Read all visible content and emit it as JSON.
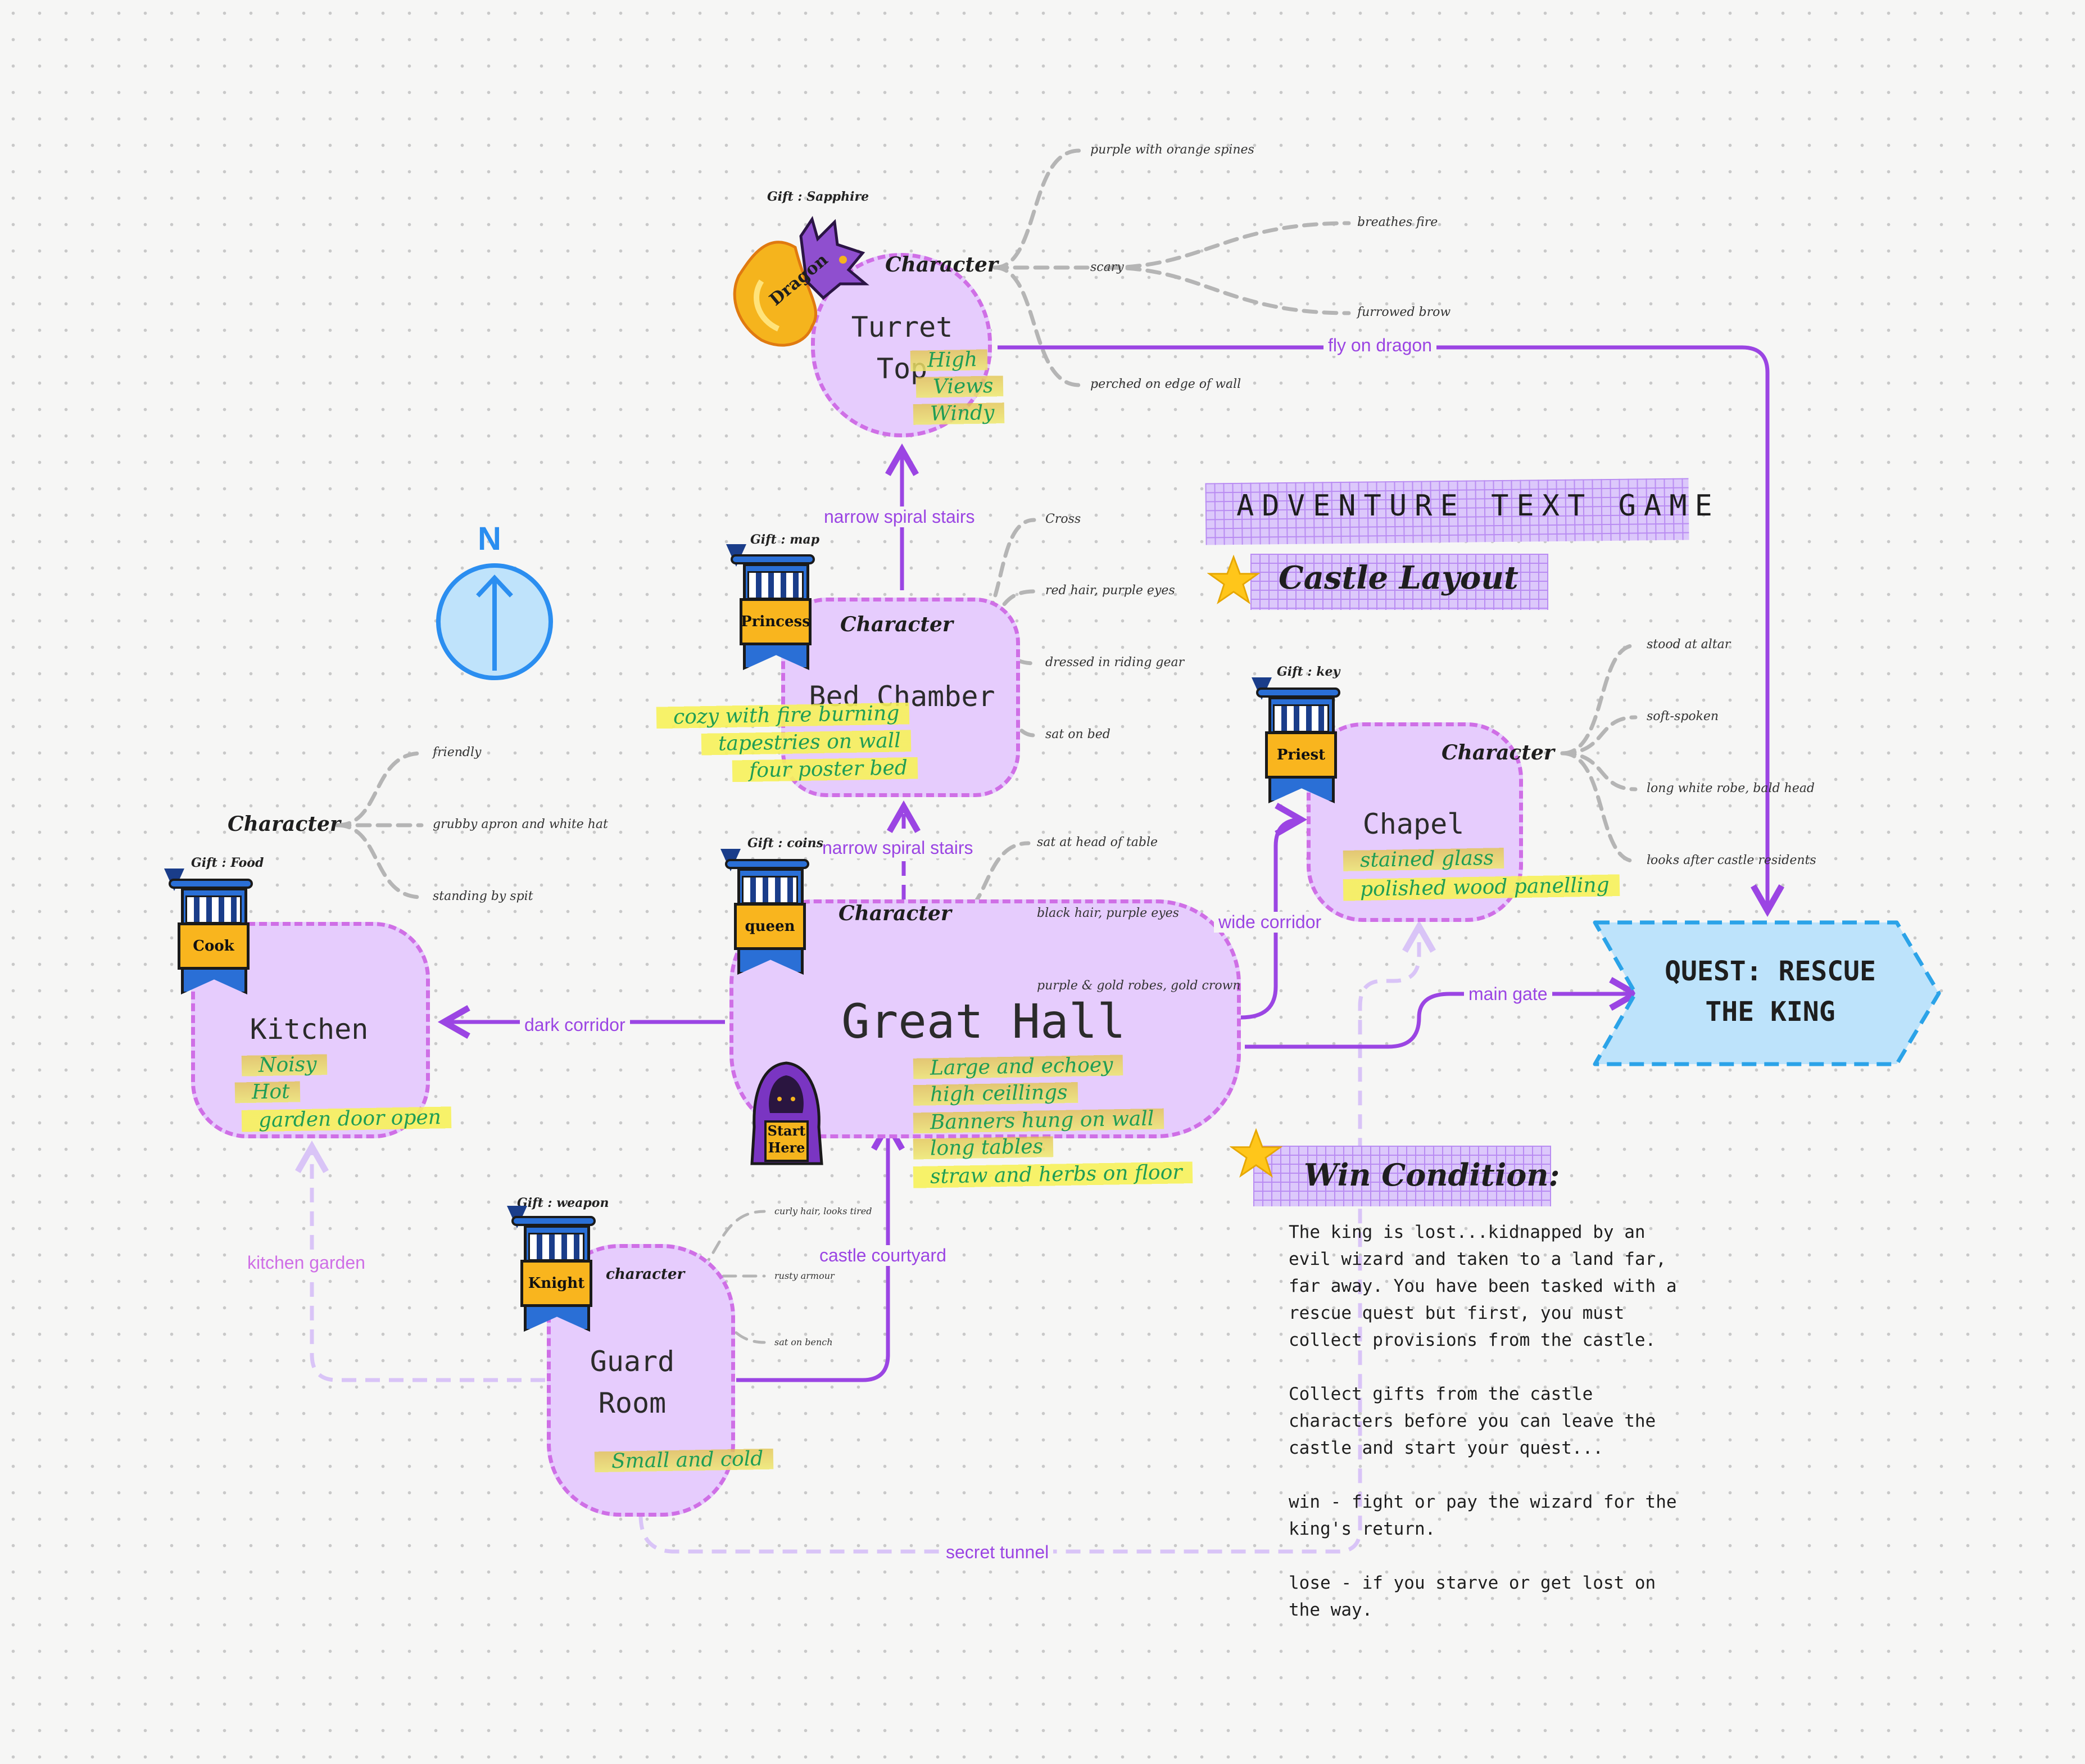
{
  "colors": {
    "room_fill": "#e6ccfd",
    "room_border": "#cf6fe6",
    "connector": "#9b45e3",
    "connector_light": "#d9c4f7",
    "trait_line": "#b5b5b5",
    "quest_fill": "#bde3fb",
    "quest_border": "#2ba3e8",
    "compass": "#2b8ef0",
    "highlight_text": "#1f9d55"
  },
  "title": {
    "heading": "ADVENTURE TEXT GAME",
    "subheading": "Castle Layout",
    "star_icon": "star-icon"
  },
  "compass": {
    "label": "N",
    "icon": "north-arrow-icon"
  },
  "quest": {
    "label": "QUEST: RESCUE\nTHE KING"
  },
  "win": {
    "heading": "Win Condition:",
    "body": "The king is lost...kidnapped by an\nevil wizard and taken to a land far,\nfar away. You have been tasked with a\nrescue quest but first, you must\ncollect provisions from the castle.\n\nCollect gifts from the castle\ncharacters before you can leave the\ncastle and start your quest...\n\nwin - fight or pay the wizard for the\nking's return.\n\nlose - if you starve or get lost on\nthe way."
  },
  "rooms": {
    "turret": {
      "title": "Turret\nTop",
      "notes": [
        "High",
        "Views",
        "Windy"
      ]
    },
    "bed": {
      "title": "Bed Chamber",
      "notes": [
        "cozy with fire burning",
        "tapestries on wall",
        "four poster bed"
      ]
    },
    "great": {
      "title": "Great Hall",
      "notes": [
        "Large and echoey",
        "high ceillings",
        "Banners hung on wall",
        "long tables",
        "straw and herbs on floor"
      ]
    },
    "kitchen": {
      "title": "Kitchen",
      "notes": [
        "Noisy",
        "Hot",
        "garden door open"
      ]
    },
    "chapel": {
      "title": "Chapel",
      "notes": [
        "stained glass",
        "polished wood panelling"
      ]
    },
    "guard": {
      "title": "Guard\nRoom",
      "notes": [
        "Small and cold"
      ]
    }
  },
  "characters": {
    "dragon": {
      "name": "Dragon",
      "gift": "Gift : Sapphire",
      "label": "Character",
      "traits": [
        "purple with orange spines",
        "scary",
        "breathes fire",
        "furrowed brow",
        "perched on edge of wall"
      ]
    },
    "princess": {
      "name": "Princess",
      "gift": "Gift : map",
      "label": "Character",
      "traits": [
        "Cross",
        "red hair, purple eyes",
        "dressed in riding gear",
        "sat on bed"
      ]
    },
    "queen": {
      "name": "queen",
      "gift": "Gift : coins",
      "label": "Character",
      "traits": [
        "sat at head of table",
        "black hair, purple eyes",
        "purple & gold robes, gold crown"
      ]
    },
    "cook": {
      "name": "Cook",
      "gift": "Gift : Food",
      "label": "Character",
      "traits": [
        "friendly",
        "grubby apron and white hat",
        "standing by spit"
      ]
    },
    "priest": {
      "name": "Priest",
      "gift": "Gift : key",
      "label": "Character",
      "traits": [
        "stood at altar",
        "soft-spoken",
        "long white robe, bald head",
        "looks after castle residents"
      ]
    },
    "knight": {
      "name": "Knight",
      "gift": "Gift : weapon",
      "label": "character",
      "traits": [
        "curly hair, looks tired",
        "rusty armour",
        "sat on bench"
      ]
    },
    "start": {
      "label": "Start\nHere"
    }
  },
  "connections": {
    "turret_to_quest": "fly on dragon",
    "bed_to_turret": "narrow spiral stairs",
    "great_to_bed": "narrow spiral stairs",
    "great_to_kitchen": "dark corridor",
    "great_to_chapel": "wide corridor",
    "great_to_quest": "main gate",
    "guard_to_great": "castle courtyard",
    "guard_to_kitchen": "kitchen garden",
    "guard_to_chapel": "secret tunnel"
  }
}
